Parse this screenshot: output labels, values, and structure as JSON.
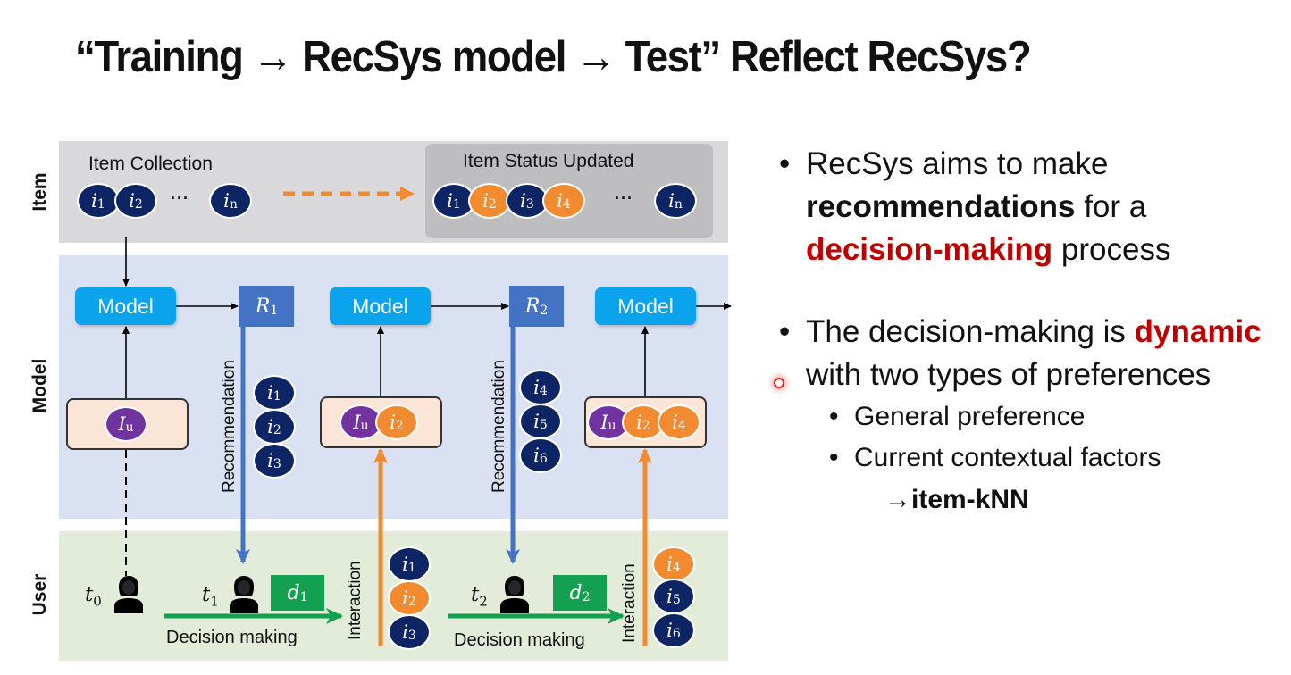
{
  "title": "“Training → RecSys model → Test” Reflect RecSys?",
  "diagram": {
    "row_labels": {
      "item": "Item",
      "model": "Model",
      "user": "User"
    },
    "item_collection": {
      "label": "Item Collection",
      "nodes": [
        {
          "base": "i",
          "sub": "1",
          "color": "navy"
        },
        {
          "base": "i",
          "sub": "2",
          "color": "navy"
        },
        {
          "base": "i",
          "sub": "n",
          "color": "navy"
        }
      ],
      "ellipsis": "···"
    },
    "item_status": {
      "label": "Item Status Updated",
      "nodes": [
        {
          "base": "i",
          "sub": "1",
          "color": "navy"
        },
        {
          "base": "i",
          "sub": "2",
          "color": "orange"
        },
        {
          "base": "i",
          "sub": "3",
          "color": "navy"
        },
        {
          "base": "i",
          "sub": "4",
          "color": "orange"
        },
        {
          "base": "i",
          "sub": "n",
          "color": "navy"
        }
      ],
      "ellipsis": "···"
    },
    "model_label": "Model",
    "recommendations": [
      {
        "label": "R",
        "sub": "1",
        "arrow_label": "Recommendation",
        "nodes": [
          {
            "base": "i",
            "sub": "1",
            "color": "navy"
          },
          {
            "base": "i",
            "sub": "2",
            "color": "navy"
          },
          {
            "base": "i",
            "sub": "3",
            "color": "navy"
          }
        ]
      },
      {
        "label": "R",
        "sub": "2",
        "arrow_label": "Recommendation",
        "nodes": [
          {
            "base": "i",
            "sub": "4",
            "color": "navy"
          },
          {
            "base": "i",
            "sub": "5",
            "color": "navy"
          },
          {
            "base": "i",
            "sub": "6",
            "color": "navy"
          }
        ]
      }
    ],
    "user_profiles": [
      {
        "nodes": [
          {
            "base": "I",
            "sub": "u",
            "color": "purple"
          }
        ]
      },
      {
        "nodes": [
          {
            "base": "I",
            "sub": "u",
            "color": "purple"
          },
          {
            "base": "i",
            "sub": "2",
            "color": "orange"
          }
        ]
      },
      {
        "nodes": [
          {
            "base": "I",
            "sub": "u",
            "color": "purple"
          },
          {
            "base": "i",
            "sub": "2",
            "color": "orange"
          },
          {
            "base": "i",
            "sub": "4",
            "color": "orange"
          }
        ]
      }
    ],
    "time_steps": [
      {
        "base": "t",
        "sub": "0"
      },
      {
        "base": "t",
        "sub": "1"
      },
      {
        "base": "t",
        "sub": "2"
      }
    ],
    "decisions": [
      {
        "base": "d",
        "sub": "1",
        "label": "Decision making"
      },
      {
        "base": "d",
        "sub": "2",
        "label": "Decision making"
      }
    ],
    "interactions": [
      {
        "label": "Interaction",
        "nodes": [
          {
            "base": "i",
            "sub": "1",
            "color": "navy"
          },
          {
            "base": "i",
            "sub": "2",
            "color": "orange"
          },
          {
            "base": "i",
            "sub": "3",
            "color": "navy"
          }
        ]
      },
      {
        "label": "Interaction",
        "nodes": [
          {
            "base": "i",
            "sub": "4",
            "color": "orange"
          },
          {
            "base": "i",
            "sub": "5",
            "color": "navy"
          },
          {
            "base": "i",
            "sub": "6",
            "color": "navy"
          }
        ]
      }
    ],
    "colors": {
      "navy": "#0e2565",
      "orange": "#f28a30",
      "purple": "#7033a0",
      "model_blue": "#0aa4ec",
      "rec_blue": "#4473c4",
      "decision_green": "#13a050",
      "item_band": "#d9d8da",
      "model_band": "#dae1f2",
      "user_band": "#e2ecd9"
    }
  },
  "bullets": {
    "b1": {
      "pre": "RecSys aims to make ",
      "bold": "recommendations",
      "mid": " for a ",
      "red": "decision-making",
      "post": " process"
    },
    "b2": {
      "pre": "The decision-making is ",
      "red": "dynamic",
      "post": " with two types of preferences"
    },
    "sub": [
      "General preference",
      "Current contextual factors"
    ],
    "knn": "→item-kNN",
    "accent_red": "#c00000"
  }
}
